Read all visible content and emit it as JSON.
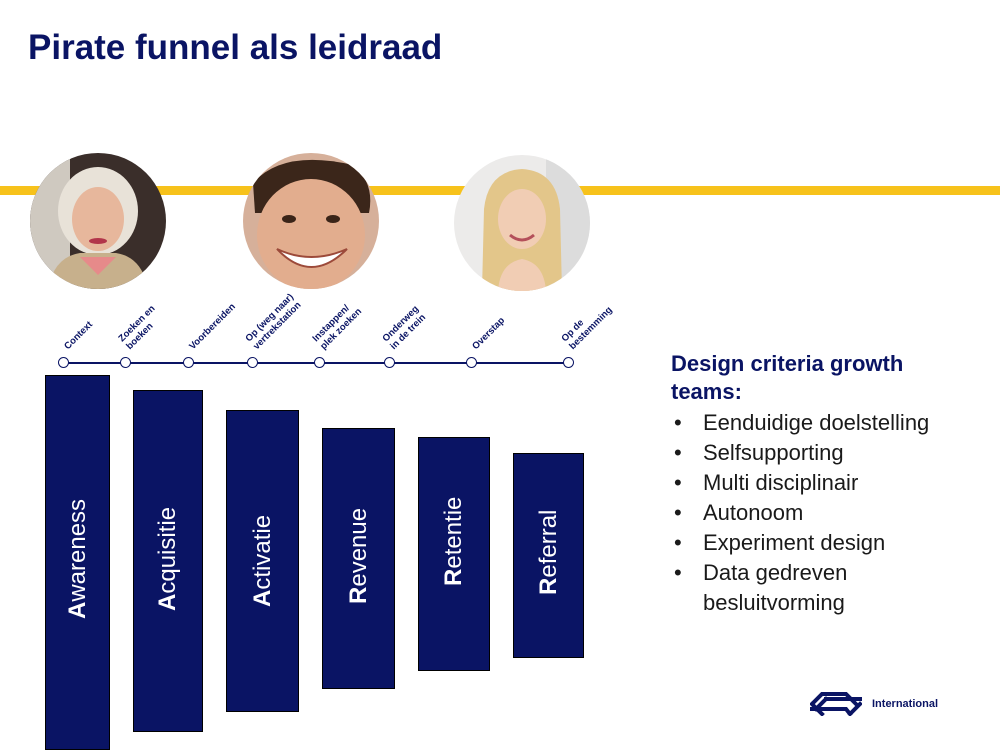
{
  "title": "Pirate funnel als leidraad",
  "colors": {
    "brand_blue": "#0a1464",
    "accent_yellow": "#f7c21b"
  },
  "timeline": [
    {
      "label": "Context"
    },
    {
      "label": "Zoeken en\nboeken"
    },
    {
      "label": "Voorbereiden"
    },
    {
      "label": "Op (weg naar)\nvertrekstation"
    },
    {
      "label": "Instappen/\nplek zoeken"
    },
    {
      "label": "Onderweg\nin de trein"
    },
    {
      "label": "Overstap"
    },
    {
      "label": "Op de\nbestemming"
    }
  ],
  "funnel": [
    {
      "initial": "A",
      "rest": "wareness"
    },
    {
      "initial": "A",
      "rest": "cquisitie"
    },
    {
      "initial": "A",
      "rest": "ctivatie"
    },
    {
      "initial": "R",
      "rest": "evenue"
    },
    {
      "initial": "R",
      "rest": "etentie"
    },
    {
      "initial": "R",
      "rest": "eferral"
    }
  ],
  "criteria": {
    "title": "Design criteria growth teams:",
    "items": [
      "Eenduidige doelstelling",
      "Selfsupporting",
      "Multi disciplinair",
      "Autonoom",
      "Experiment design",
      "Data gedreven besluitvorming"
    ]
  },
  "logo": {
    "icon": "ns-logo-icon",
    "text": "International"
  }
}
